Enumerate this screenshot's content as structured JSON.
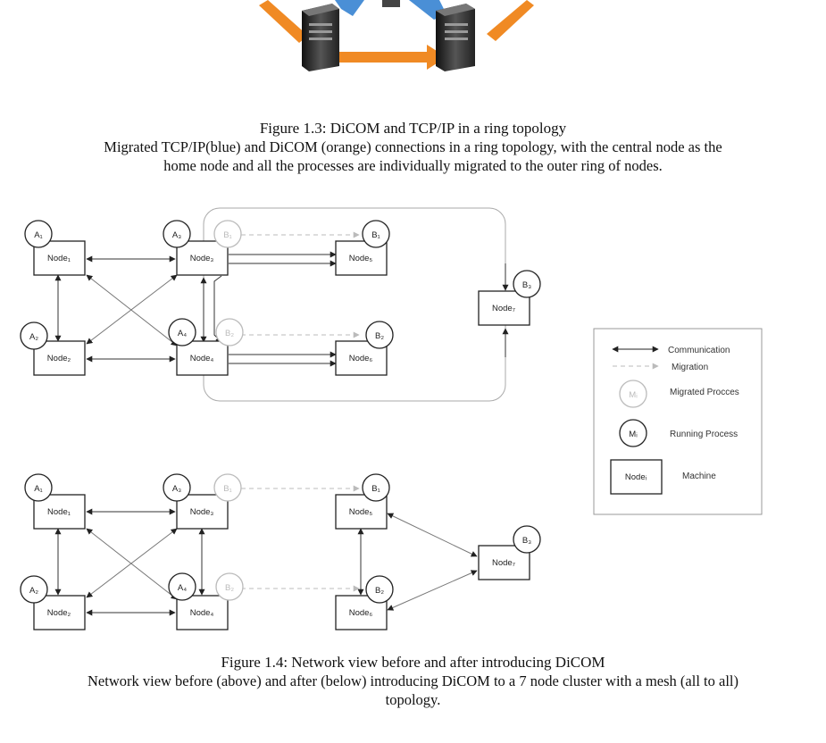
{
  "figure13": {
    "title": "Figure 1.3: DiCOM and TCP/IP in a ring topology",
    "description_line1": "Migrated TCP/IP(blue) and DiCOM (orange) connections in a ring topology, with the central node as the",
    "description_line2": "home node and all the processes are individually migrated to the outer ring of nodes."
  },
  "figure14": {
    "title": "Figure 1.4: Network view before and after introducing DiCOM",
    "description_line1": "Network view before (above) and after (below) introducing DiCOM to a 7 node cluster with a mesh (all to all)",
    "description_line2": "topology."
  },
  "processes": {
    "a1": "A₁",
    "a2": "A₂",
    "a3": "A₃",
    "a4": "A₄",
    "b1": "B₁",
    "b2": "B₂",
    "b3": "B₃"
  },
  "nodes": {
    "n1": "Node₁",
    "n2": "Node₂",
    "n3": "Node₃",
    "n4": "Node₄",
    "n5": "Node₅",
    "n6": "Node₆",
    "n7": "Node₇"
  },
  "legend": {
    "communication": "Communication",
    "migration": "Migration",
    "migrated_process": "Migrated Procces",
    "running_process": "Running Process",
    "machine": "Machine",
    "symbol_process": "Mᵢ",
    "symbol_node": "Nodeᵢ"
  },
  "colors": {
    "orange": "#f08a24",
    "blue": "#4a8fd6",
    "line": "#333333",
    "migration_line": "#bbbbbb"
  }
}
